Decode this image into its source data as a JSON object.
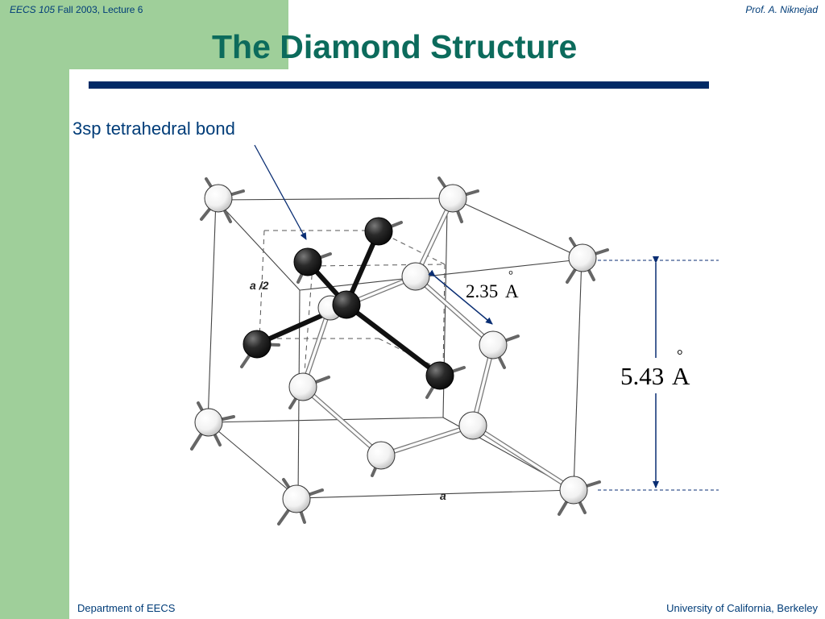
{
  "header": {
    "course_code": "EECS 105",
    "course_rest": " Fall 2003, Lecture 6",
    "professor": "Prof. A. Niknejad"
  },
  "slide": {
    "title": "The Diamond Structure",
    "caption": "3sp tetrahedral bond"
  },
  "figure": {
    "half_cell_label": "a /2",
    "cell_label": "a",
    "bond_length_value": "2.35",
    "lattice_constant_value": "5.43",
    "angstrom_unit": "A",
    "angstrom_ring": "°"
  },
  "footer": {
    "department": "Department of EECS",
    "university": "University of California, Berkeley"
  },
  "colors": {
    "sidebar_green": "#9fcf9a",
    "title_teal": "#0c6b5c",
    "text_blue": "#003c78",
    "rule_navy": "#002a66"
  }
}
